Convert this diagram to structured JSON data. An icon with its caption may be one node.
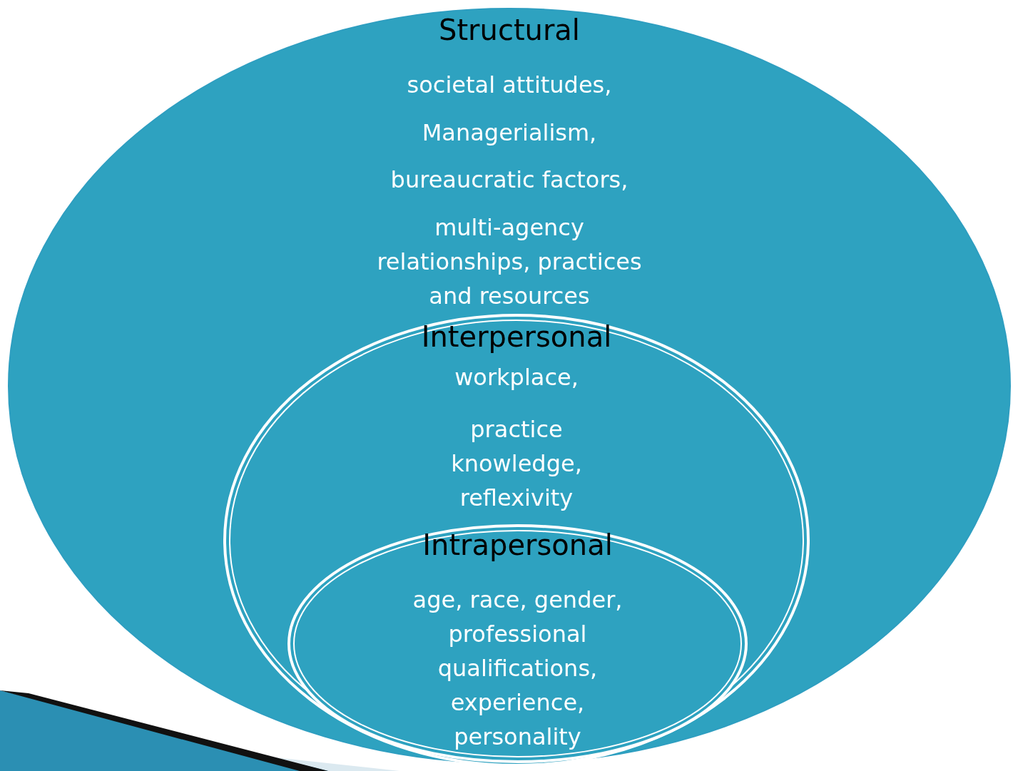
{
  "diagram": {
    "nodes": [
      {
        "text": [
          "Structural",
          "societal attitudes,",
          "Managerialism,",
          "bureaucratic factors,",
          "multi-agency relationships, practices and resources"
        ]
      },
      {
        "text": [
          "Interpersonal",
          "workplace,",
          "practice knowledge, reflexivity"
        ],
        "in": 0
      },
      {
        "text": [
          "Intrapersonal",
          "age, race, gender, professional qualifications, experience, personality"
        ],
        "in": 1
      }
    ]
  }
}
